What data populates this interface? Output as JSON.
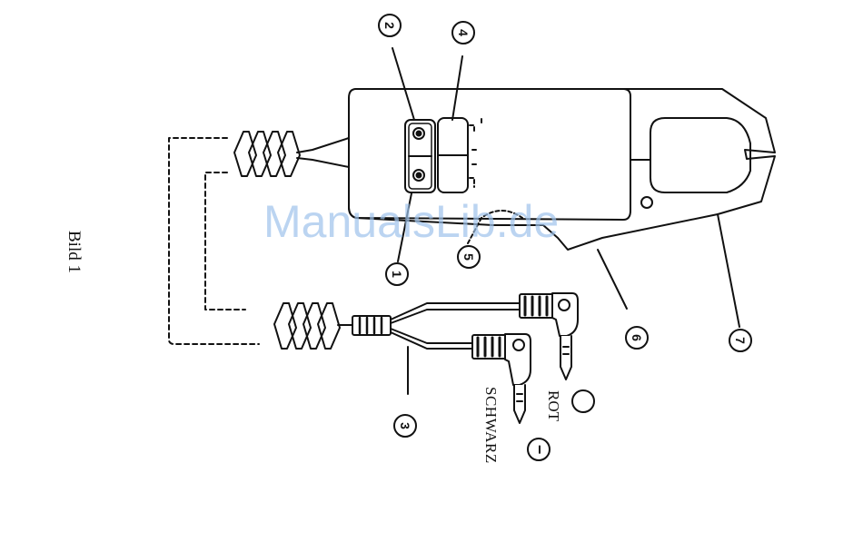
{
  "figure_label": "Bild 1",
  "watermark": "ManualsLib.de",
  "lead_labels": {
    "red": "ROT",
    "black": "SCHWARZ"
  },
  "callouts": [
    "1",
    "2",
    "3",
    "4",
    "5",
    "6",
    "7"
  ],
  "polarity": {
    "negative": "−"
  }
}
